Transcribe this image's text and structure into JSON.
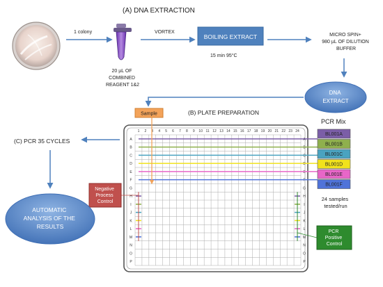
{
  "section_a": {
    "title": "(A) DNA EXTRACTION",
    "colony_label": "1 colony",
    "reagent_lines": [
      "20 µL OF",
      "COMBINED",
      "REAGENT 1&2"
    ],
    "vortex_label": "VORTEX",
    "boiling_label": "BOILING EXTRACT",
    "boiling_time": "15 min 95°C",
    "spin_lines": [
      "MICRO SPIN+",
      "980 µL OF DILUTION",
      "BUFFER"
    ],
    "dna_extract_lines": [
      "DNA",
      "EXTRACT"
    ]
  },
  "section_b": {
    "title": "(B) PLATE PREPARATION",
    "sample_label": "Sample",
    "negative_control_lines": [
      "Negative",
      "Process",
      "Control"
    ],
    "positive_control_lines": [
      "PCR",
      "Positive",
      "Control"
    ],
    "pcr_mix_title": "PCR Mix",
    "samples_lines": [
      "24 samples",
      "tested/run"
    ],
    "row_letters": [
      "A",
      "B",
      "C",
      "D",
      "E",
      "F",
      "G",
      "H",
      "I",
      "J",
      "K",
      "L",
      "M",
      "N",
      "O",
      "P"
    ],
    "column_numbers": [
      "1",
      "2",
      "3",
      "4",
      "5",
      "6",
      "7",
      "8",
      "9",
      "10",
      "11",
      "12",
      "13",
      "14",
      "15",
      "16",
      "17",
      "18",
      "19",
      "20",
      "21",
      "22",
      "23",
      "24"
    ],
    "mixes": [
      {
        "label": "BL001A",
        "color": "#7b5ea7"
      },
      {
        "label": "BL001B",
        "color": "#8fb04d"
      },
      {
        "label": "BL001C",
        "color": "#4aa3c0"
      },
      {
        "label": "BL001D",
        "color": "#f1e21c"
      },
      {
        "label": "BL001E",
        "color": "#e866c8"
      },
      {
        "label": "BL001F",
        "color": "#4f73d9"
      }
    ]
  },
  "section_c": {
    "title": "(C) PCR 35 CYCLES",
    "analysis_lines": [
      "AUTOMATIC",
      "ANALYSIS OF THE",
      "RESULTS"
    ]
  },
  "colors": {
    "arrow": "#4f81bd",
    "box_blue": "#4f81bd",
    "sample_orange": "#f3a35a",
    "negative_red": "#c0504d",
    "positive_green": "#2e8b2e"
  }
}
